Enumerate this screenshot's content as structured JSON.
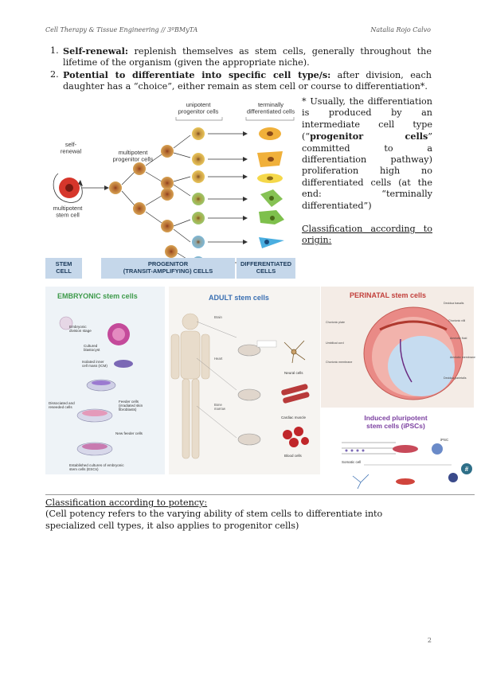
{
  "header": {
    "left": "Cell Therapy & Tissue Engineering // 3ºBMyTA",
    "right": "Natalia Rojo Calvo"
  },
  "list": [
    {
      "num": "1.",
      "bold": "Self-renewal:",
      "text": " replenish themselves as stem cells, generally throughout the lifetime of the organism (given the appropriate niche)."
    },
    {
      "num": "2.",
      "bold": "Potential to differentiate into specific cell type/s:",
      "text": " after division, each daughter has a “choice”, either remain as stem cell or course to differentiation*."
    }
  ],
  "note": {
    "pre": "* Usually, the differentiation is produced by an intermediate cell type (“",
    "bold": "progenitor cells",
    "post": "” committed to a differentiation pathway) proliferation high no differentiated cells (at the end: “terminally differentiated”)"
  },
  "classif_origin": "Classification according to origin:",
  "diagram": {
    "self_renewal": "self-\nrenewal",
    "multipotent_stem": "multipotent\nstem cell",
    "multipotent_prog": "multipotent\nprogenitor cells",
    "unipotent": "unipotent\nprogenitor cells",
    "terminal": "terminally\ndifferentiated cells",
    "box_stem": "STEM\nCELL",
    "box_prog": "PROGENITOR\n(TRANSIT-AMPLIFYING) CELLS",
    "box_diff": "DIFFERENTIATED\nCELLS"
  },
  "figure2": {
    "embryonic_title": "EMBRYONIC stem cells",
    "adult_title": "ADULT stem cells",
    "perinatal_title": "PERINATAL stem cells",
    "ipsc_title": "Induced pluripotent\nstem cells (iPSCs)",
    "emb_labels": [
      "Embryonic\ndivision stage",
      "Cultured\nblastocyst",
      "Isolated inner\ncell mass (ICM)",
      "Dissociated and\nreseeded cells",
      "Feeder cells\n(irradiated skin\nfibroblasts)",
      "New feeder cells",
      "Established cultures of embryonic\nstem cells (ESCs)"
    ],
    "adult_labels": [
      "Neural cells",
      "Cardiac muscle",
      "Blood cells"
    ],
    "ipsc_labels": [
      "Somatic cell",
      "iPSC"
    ],
    "badge": "#"
  },
  "section2": {
    "heading": "Classification according to potency:",
    "body": "(Cell potency refers to the varying ability of stem cells to differentiate into specialized cell types, it also applies to progenitor cells)"
  },
  "page_number": "2",
  "colors": {
    "stem_red": "#d6362b",
    "progenitor_brown": "#c7873c",
    "box_blue": "#c5d7ea",
    "embryonic_green": "#3d9a4a",
    "adult_blue": "#3a6fb2",
    "perinatal_red": "#c2403c",
    "ipsc_purple": "#7b3fa0"
  }
}
